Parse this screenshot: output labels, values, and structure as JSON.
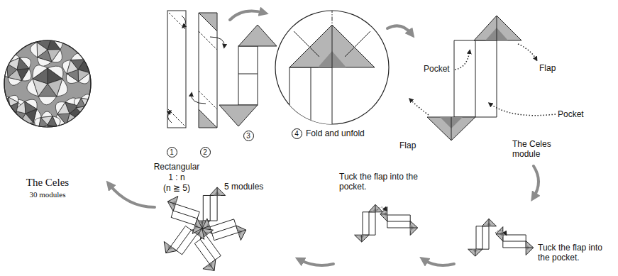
{
  "diagram": {
    "labels": [
      "1",
      "Rectangular",
      "1 : n",
      "(n ≧ 5)",
      "2",
      "3",
      "4",
      "Fold and unfold",
      "Flap",
      "Pocket",
      "Pocket",
      "Flap",
      "The Celes module",
      "Tuck the flap into the pocket.",
      "Tuck the flap into the pocket.",
      "5 modules",
      "The Celes",
      "30 modules"
    ]
  }
}
